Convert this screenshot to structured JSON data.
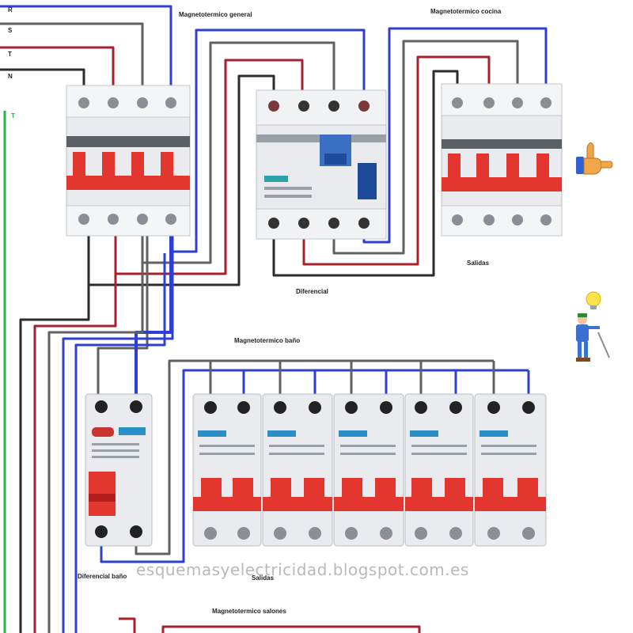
{
  "labels": {
    "mgt_general": "Magnetotermico general",
    "mgt_cocina": "Magnetotermico cocina",
    "diferencial": "Diferencial",
    "salidas": "Salidas",
    "mgt_bano": "Magnetotermico baño",
    "diferencial_bano": "Diferencial baño",
    "salidas_bottom": "Salidas",
    "mgt_bottom": "Magnetotermico salones",
    "phase_r": "R",
    "phase_s": "S",
    "phase_t": "T",
    "neutral_n": "N",
    "ground": "T"
  },
  "watermark": "esquemasyelectricidad.blogspot.com.es",
  "colors": {
    "phase_r": "#2b2b2b",
    "phase_s": "#a8202c",
    "phase_t": "#606060",
    "neutral": "#2f3fd6",
    "ground": "#27b24a",
    "breaker_lever": "#e2362f",
    "breaker_body": "#e9ebee"
  },
  "icons": [
    "thumbs-up-icon",
    "electrician-idea-icon"
  ]
}
